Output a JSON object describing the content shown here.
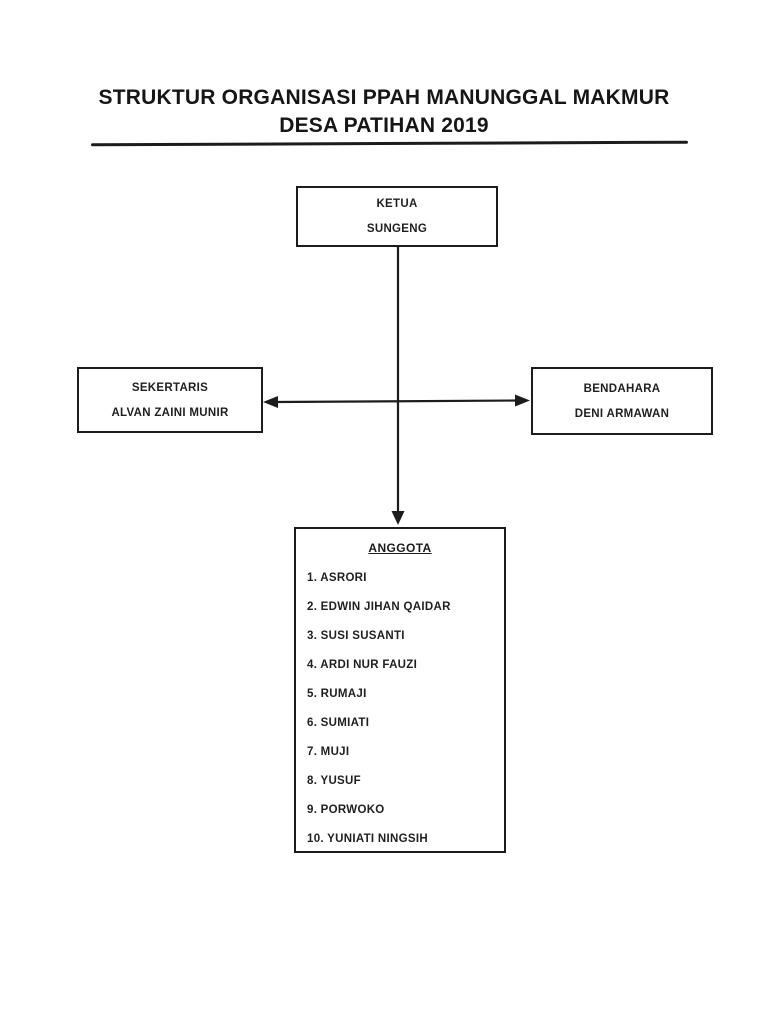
{
  "doc": {
    "title_line1": "STRUKTUR ORGANISASI PPAH MANUNGGAL MAKMUR",
    "title_line2": "DESA PATIHAN 2019"
  },
  "org": {
    "ketua": {
      "role": "KETUA",
      "name": "SUNGENG"
    },
    "sekertaris": {
      "role": "SEKERTARIS",
      "name": "ALVAN ZAINI MUNIR"
    },
    "bendahara": {
      "role": "BENDAHARA",
      "name": "DENI ARMAWAN"
    },
    "anggota": {
      "title": "ANGGOTA",
      "members": [
        "1. ASRORI",
        "2. EDWIN JIHAN QAIDAR",
        "3. SUSI SUSANTI",
        "4. ARDI NUR FAUZI",
        "5. RUMAJI",
        "6. SUMIATI",
        "7. MUJI",
        "8. YUSUF",
        "9. PORWOKO",
        "10. YUNIATI NINGSIH"
      ]
    }
  },
  "colors": {
    "ink": "#1c1c1c",
    "page_bg": "#ffffff"
  }
}
